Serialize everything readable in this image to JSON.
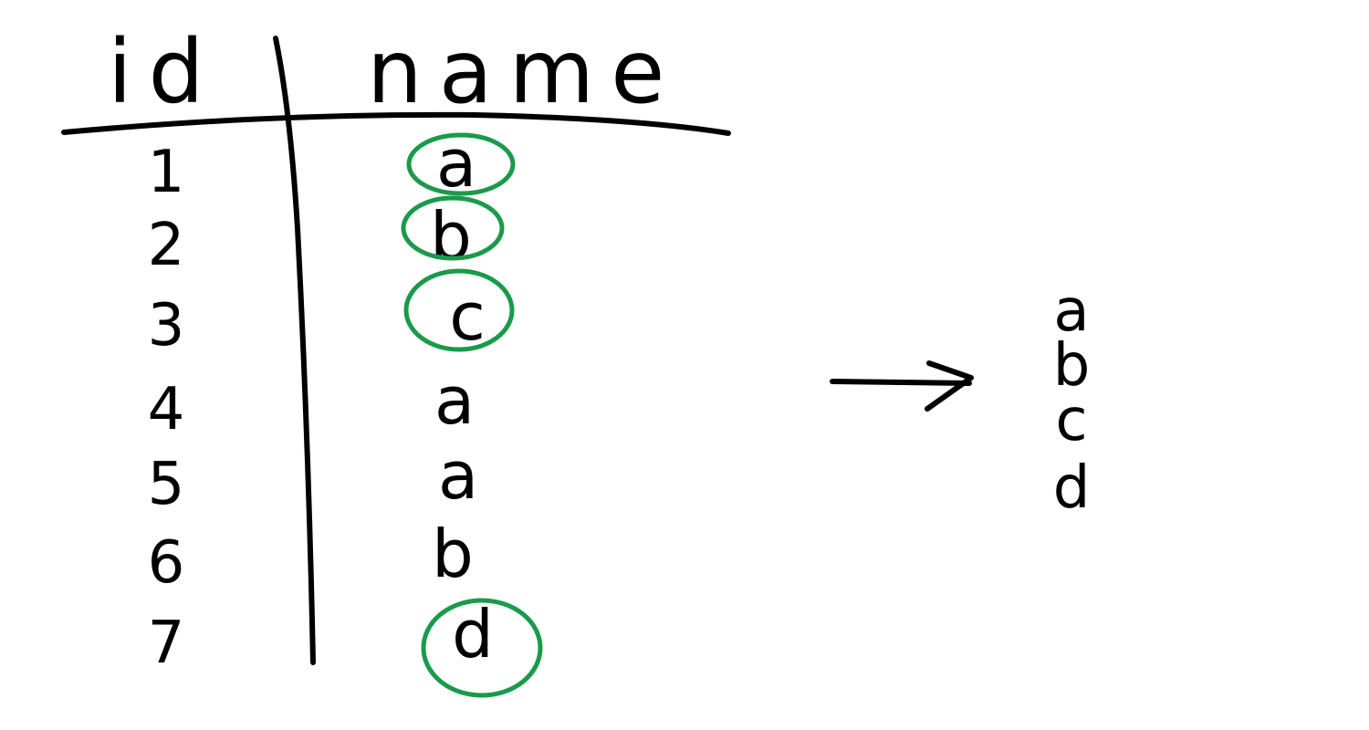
{
  "header": {
    "id_label": "id",
    "name_label": "name"
  },
  "rows": [
    {
      "id": "1",
      "name": "a",
      "highlighted": true
    },
    {
      "id": "2",
      "name": "b",
      "highlighted": true
    },
    {
      "id": "3",
      "name": "c",
      "highlighted": true
    },
    {
      "id": "4",
      "name": "a",
      "highlighted": false
    },
    {
      "id": "5",
      "name": "a",
      "highlighted": false
    },
    {
      "id": "6",
      "name": "b",
      "highlighted": false
    },
    {
      "id": "7",
      "name": "d",
      "highlighted": true
    }
  ],
  "result": [
    "a",
    "b",
    "c",
    "d"
  ],
  "colors": {
    "ink": "#000000",
    "highlight": "#1a9a4a"
  }
}
